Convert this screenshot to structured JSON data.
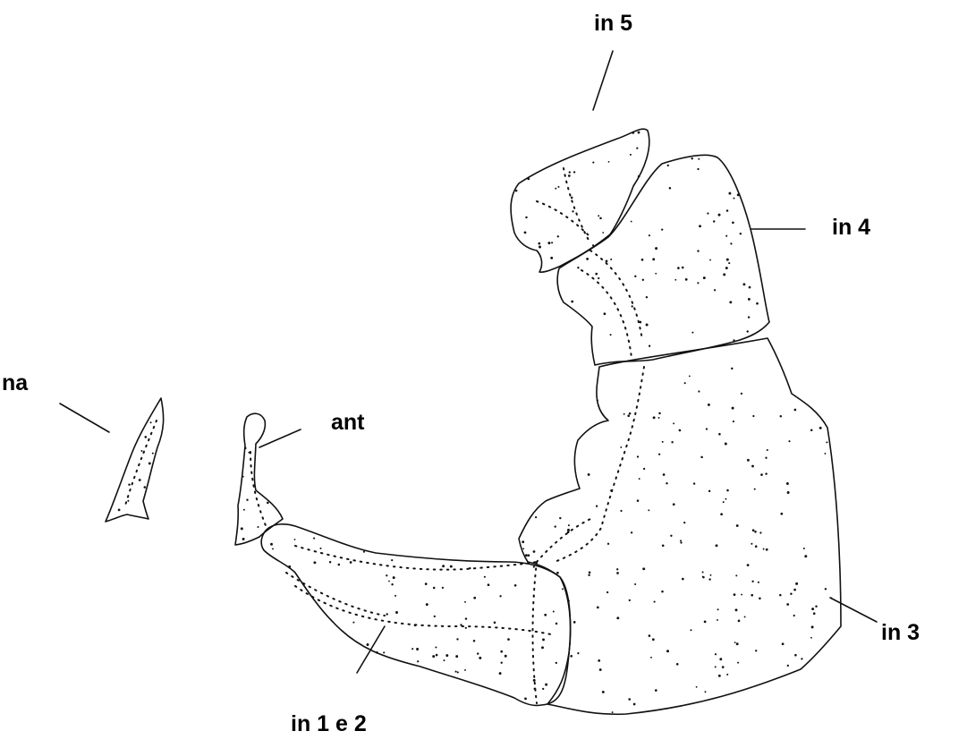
{
  "figure": {
    "labels": {
      "na": "na",
      "ant": "ant",
      "in12": "in 1 e 2",
      "in3": "in 3",
      "in4": "in 4",
      "in5": "in 5"
    },
    "ink_color": "#111111",
    "background": "#ffffff"
  }
}
